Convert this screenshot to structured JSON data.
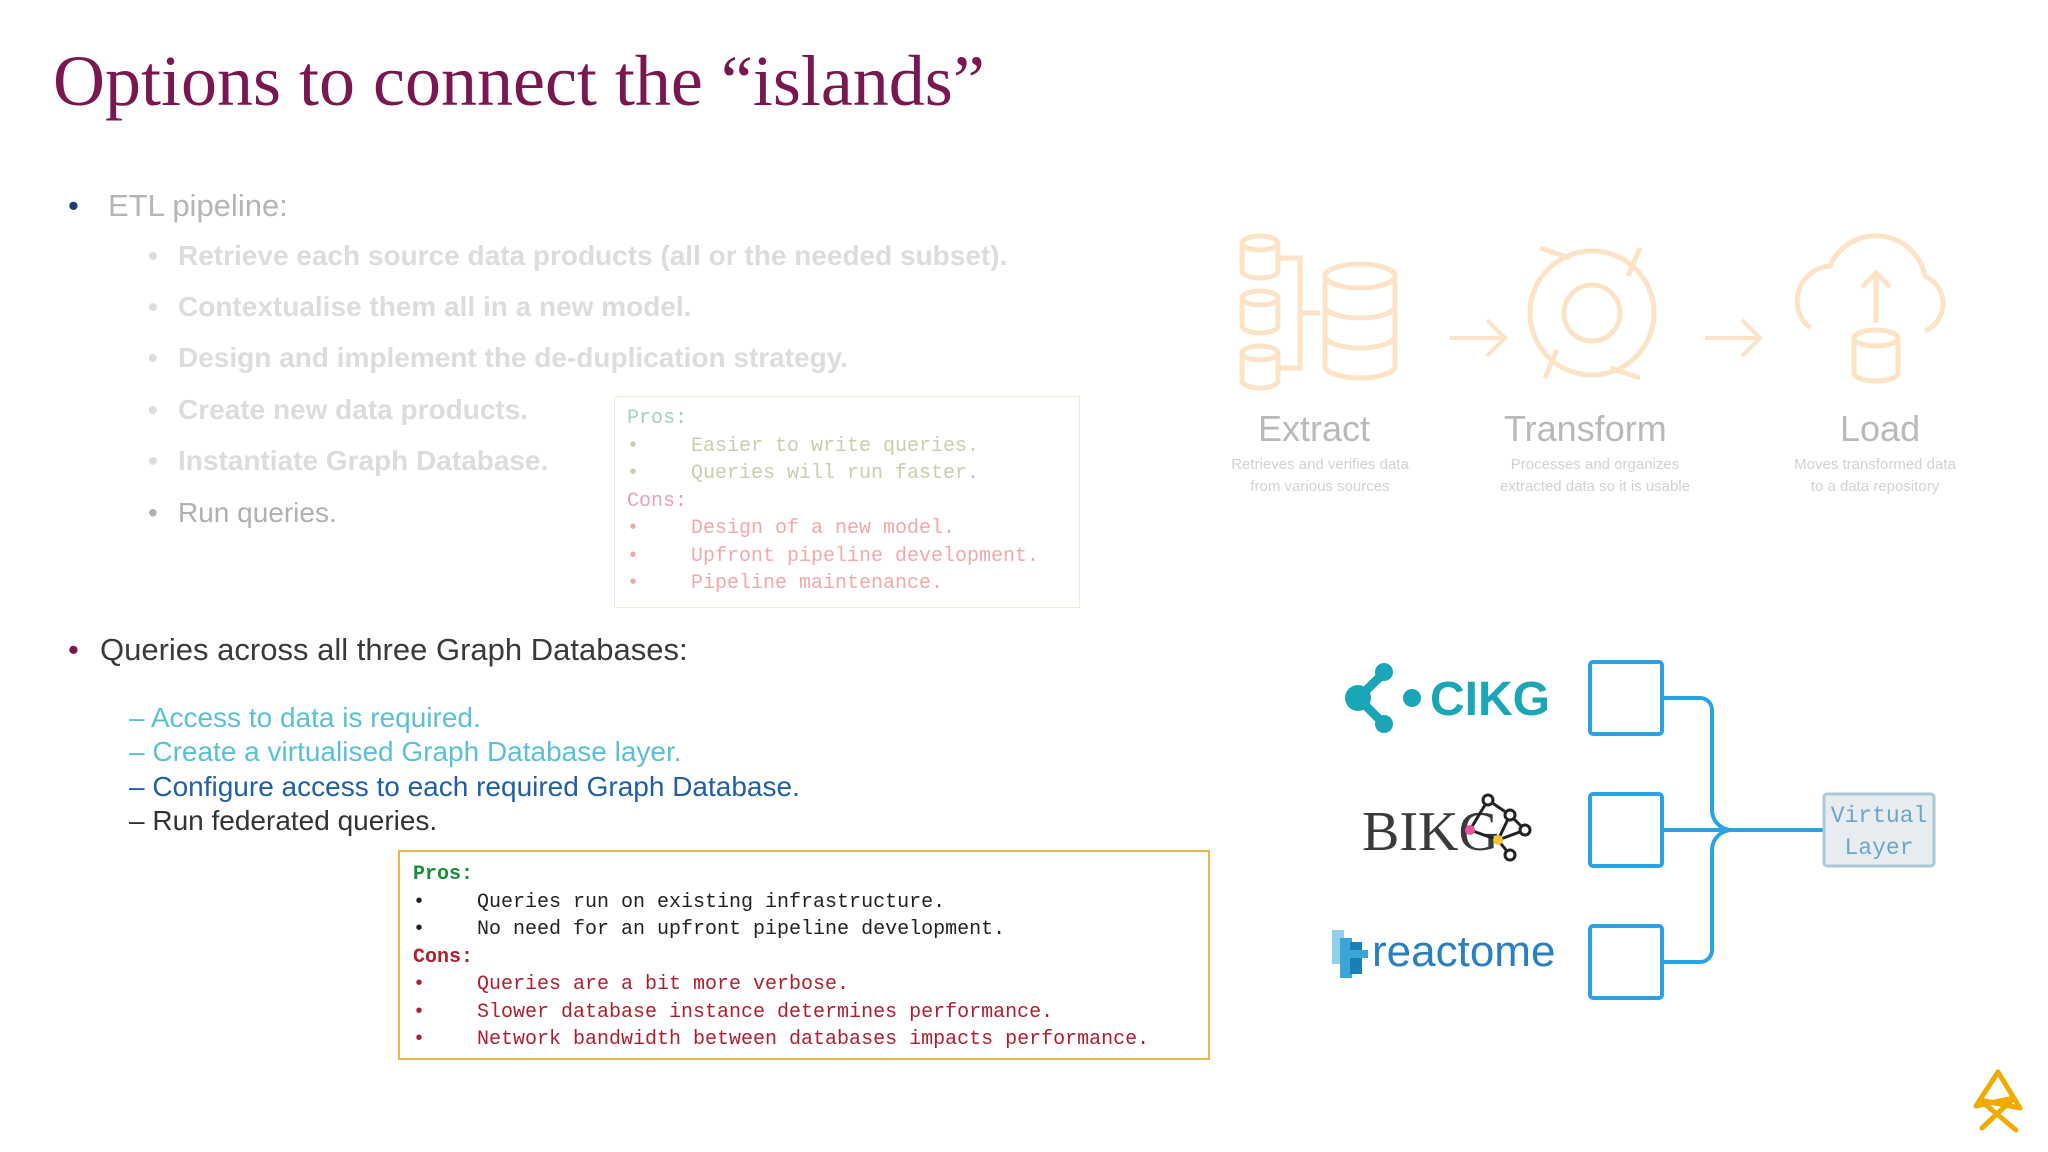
{
  "title": "Options to connect the “islands”",
  "etl": {
    "bullet": "ETL pipeline:",
    "steps": [
      "Retrieve each source data products (all or the needed subset).",
      "Contextualise them all in a new model.",
      "Design and implement the de-duplication strategy.",
      "Create new data products.",
      "Instantiate Graph Database.",
      "Run queries."
    ],
    "pros_label": "Pros:",
    "pros": [
      "Easier to write queries.",
      "Queries will run faster."
    ],
    "cons_label": "Cons:",
    "cons": [
      "Design of a new model.",
      "Upfront pipeline development.",
      "Pipeline maintenance."
    ],
    "graphic": {
      "extract": {
        "label": "Extract",
        "desc1": "Retrieves and verifies data",
        "desc2": "from various sources"
      },
      "transform": {
        "label": "Transform",
        "desc1": "Processes and organizes",
        "desc2": "extracted data so it is usable"
      },
      "load": {
        "label": "Load",
        "desc1": "Moves transformed data",
        "desc2": "to a data repository"
      }
    }
  },
  "federated": {
    "bullet": "Queries across all three Graph Databases:",
    "items": [
      {
        "text": "Access to data is required.",
        "color": "#5bc0d6"
      },
      {
        "text": "Create a virtualised Graph Database layer.",
        "color": "#5bc0d6"
      },
      {
        "text": "Configure access to each required Graph Database.",
        "color": "#1f5fa6"
      },
      {
        "text": "Run federated queries.",
        "color": "#333333"
      }
    ],
    "pros_label": "Pros:",
    "pros": [
      "Queries run on existing infrastructure.",
      "No need for an upfront pipeline development."
    ],
    "cons_label": "Cons:",
    "cons": [
      "Queries are a bit more verbose.",
      "Slower database instance determines performance.",
      "Network bandwidth between databases impacts performance."
    ]
  },
  "diagram": {
    "sources": [
      "CIKG",
      "BIKG",
      "reactome"
    ],
    "virtual_layer": [
      "Virtual",
      "Layer"
    ],
    "line_color": "#2aa3e6"
  },
  "colors": {
    "title": "#7a1650",
    "accent_bullet": "#7a1650"
  }
}
